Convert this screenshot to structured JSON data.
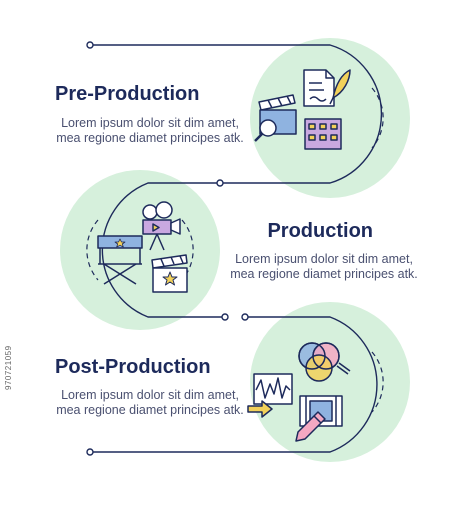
{
  "steps": [
    {
      "title": "Pre-Production",
      "description": "Lorem ipsum dolor sit dim amet, mea regione diamet principes atk."
    },
    {
      "title": "Production",
      "description": "Lorem ipsum dolor sit dim amet, mea regione diamet principes atk."
    },
    {
      "title": "Post-Production",
      "description": "Lorem ipsum dolor sit dim amet, mea regione diamet principes atk."
    }
  ],
  "stock_id": "970721059",
  "colors": {
    "navy": "#1d2a5b",
    "green_circle": "#d6f0dc",
    "yellow": "#f2d15a",
    "blue": "#8fb3e0",
    "purple": "#c9a8e0",
    "pink": "#f3a8c2"
  },
  "icons": [
    "document-quill-icon",
    "clapperboard-icon",
    "magnifier-icon",
    "storyboard-grid-icon",
    "film-camera-icon",
    "director-chair-icon",
    "clapperboard-star-icon",
    "color-circles-icon",
    "audio-wave-icon",
    "filmstrip-icon",
    "pencil-icon",
    "arrow-icon"
  ]
}
